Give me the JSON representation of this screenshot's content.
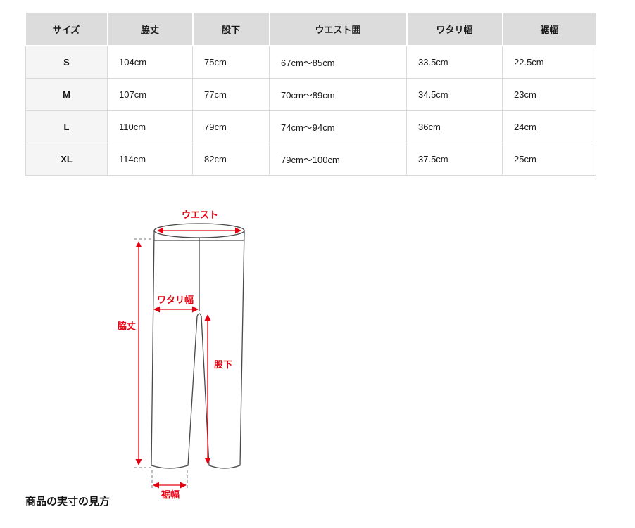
{
  "size_table": {
    "headers": [
      "サイズ",
      "脇丈",
      "股下",
      "ウエスト囲",
      "ワタリ幅",
      "裾幅"
    ],
    "rows": [
      {
        "size": "S",
        "values": [
          "104cm",
          "75cm",
          "67cm〜85cm",
          "33.5cm",
          "22.5cm"
        ]
      },
      {
        "size": "M",
        "values": [
          "107cm",
          "77cm",
          "70cm〜89cm",
          "34.5cm",
          "23cm"
        ]
      },
      {
        "size": "L",
        "values": [
          "110cm",
          "79cm",
          "74cm〜94cm",
          "36cm",
          "24cm"
        ]
      },
      {
        "size": "XL",
        "values": [
          "114cm",
          "82cm",
          "79cm〜100cm",
          "37.5cm",
          "25cm"
        ]
      }
    ]
  },
  "diagram": {
    "labels": {
      "waist": "ウエスト",
      "side_length": "脇丈",
      "thigh_width": "ワタリ幅",
      "inseam": "股下",
      "hem_width": "裾幅"
    },
    "annotation_color": "#e60012",
    "outline_color": "#4a4a4a"
  },
  "caption": "商品の実寸の見方"
}
